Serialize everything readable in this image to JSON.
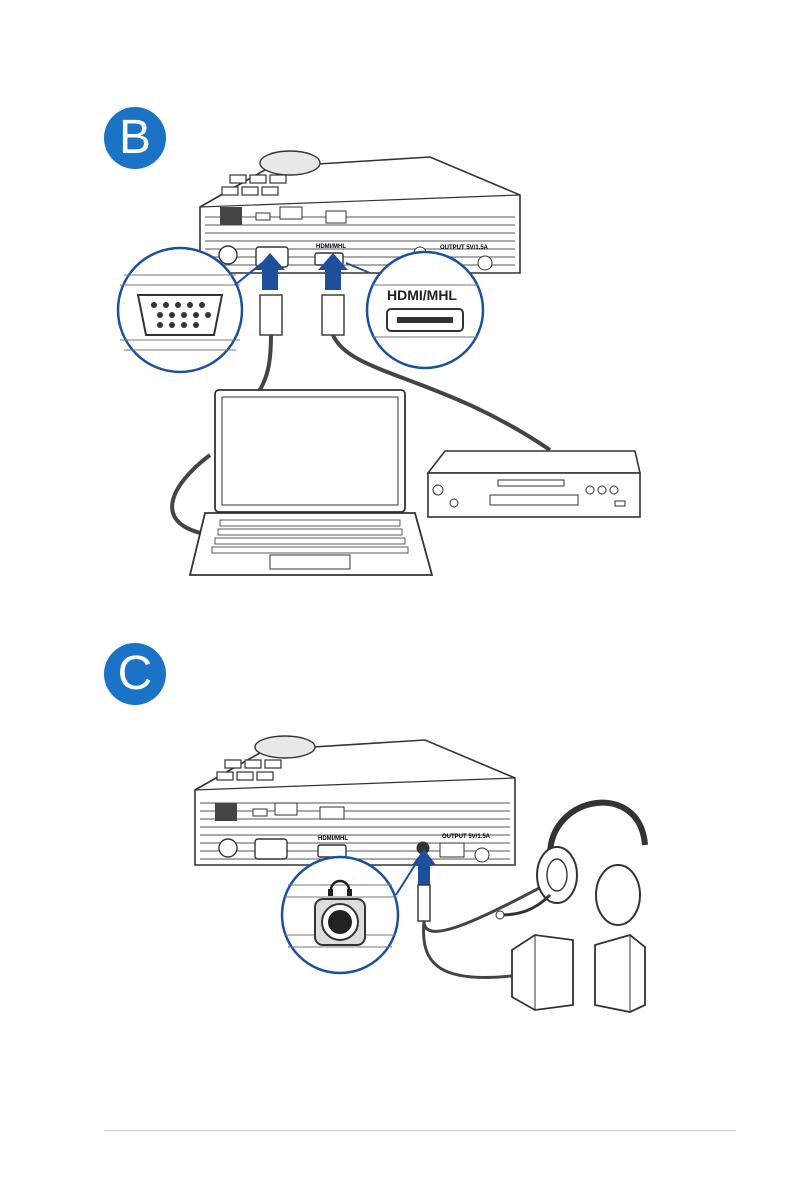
{
  "step_b": {
    "badge": "B",
    "labels": {
      "hdmi_callout": "HDMI/MHL",
      "hdmi_port": "HDMI/MHL",
      "output_port": "OUTPUT 5V/1.5A"
    }
  },
  "step_c": {
    "badge": "C",
    "labels": {
      "hdmi_port": "HDMI/MHL",
      "output_port": "OUTPUT 5V/1.5A"
    }
  },
  "colors": {
    "badge": "#1a73c6",
    "callout_border": "#1c4f9c",
    "arrow": "#1c4f9c"
  },
  "icons": [
    "usb-icon",
    "micro-sd-icon",
    "headphone-icon",
    "power-icon",
    "lens"
  ]
}
